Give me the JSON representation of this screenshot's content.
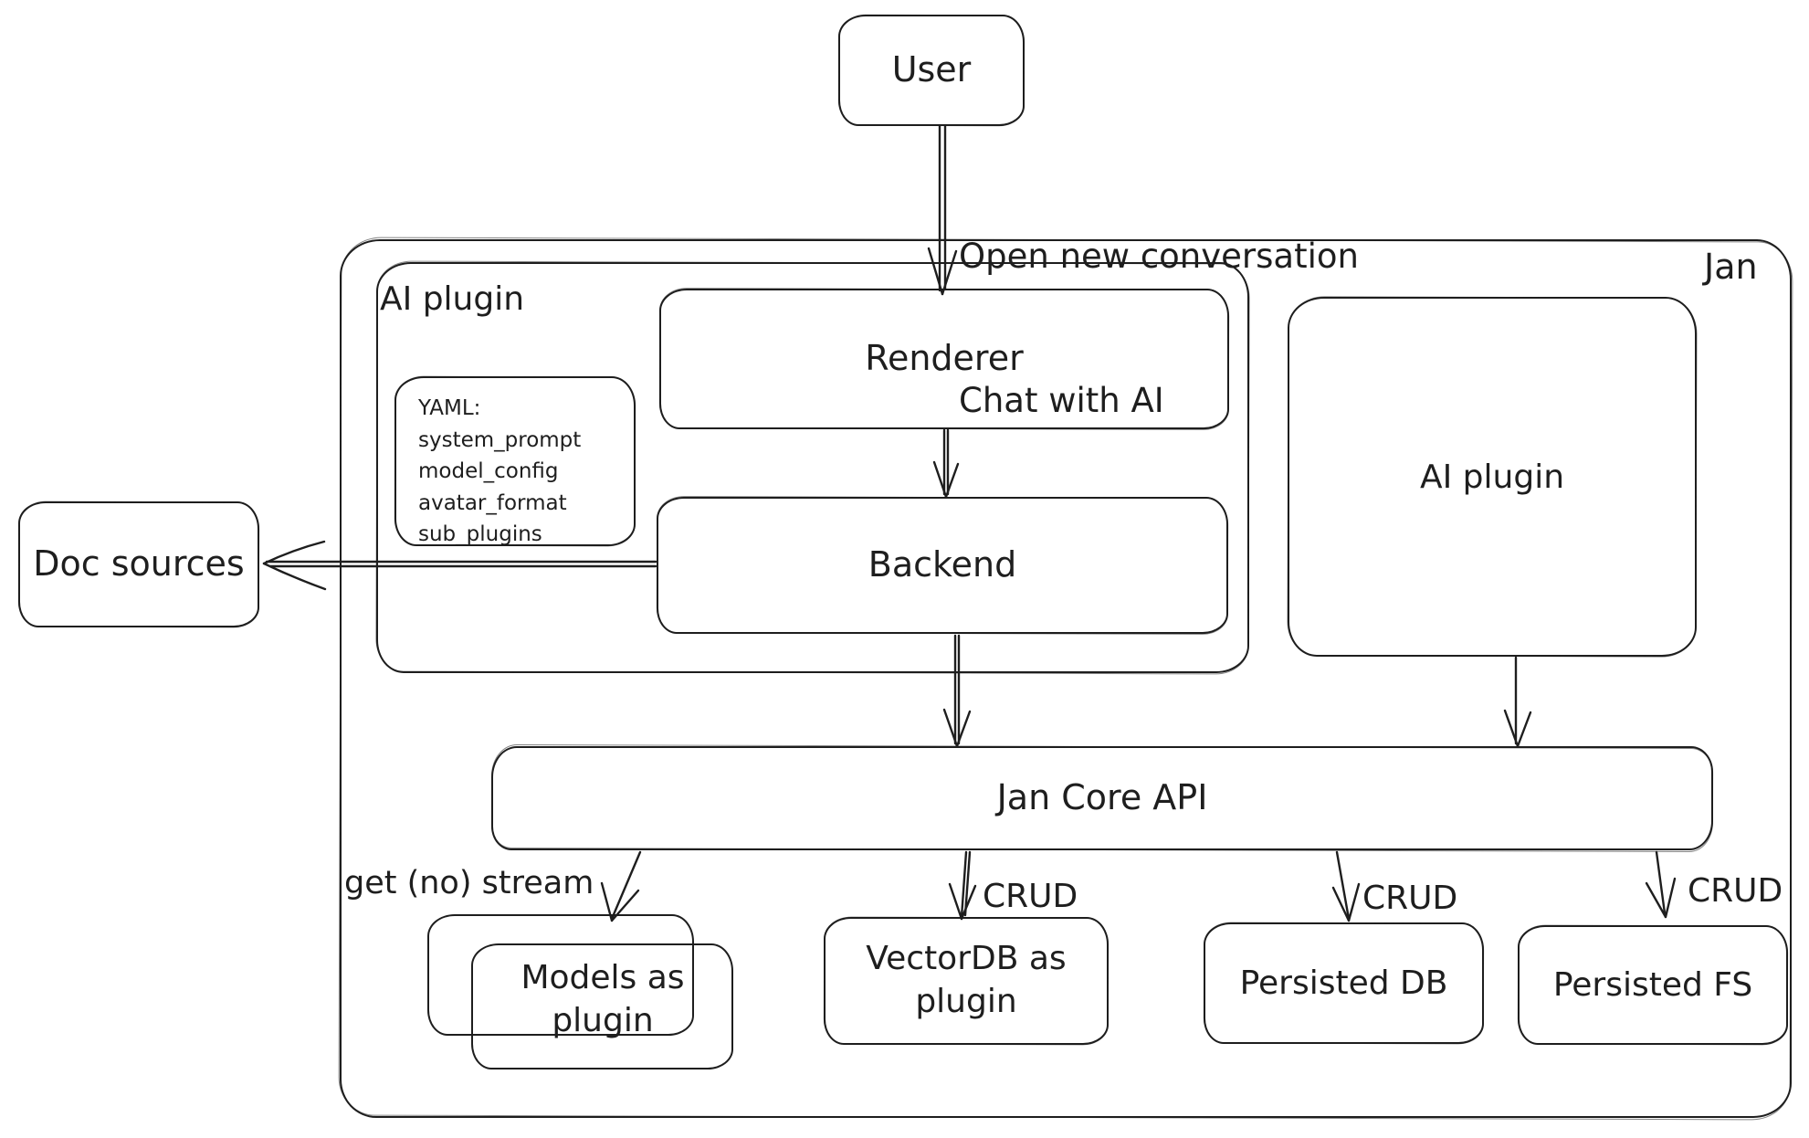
{
  "colors": {
    "stroke": "#1e1e1e",
    "background": "#ffffff"
  },
  "frame_label": "Jan",
  "nodes": {
    "user": "User",
    "ai_plugin_group": "AI plugin",
    "renderer": "Renderer",
    "backend": "Backend",
    "ai_plugin": "AI plugin",
    "doc_sources": "Doc sources",
    "jan_core_api": "Jan Core API",
    "models_as_plugin": "Models as plugin",
    "vectordb_as_plugin": "VectorDB as plugin",
    "persisted_db": "Persisted DB",
    "persisted_fs": "Persisted FS"
  },
  "yaml_note": {
    "lines": [
      "YAML:",
      "system_prompt",
      "model_config",
      "avatar_format",
      "sub_plugins"
    ]
  },
  "edge_labels": {
    "user_flow": [
      "Open new conversation",
      "Chat with AI"
    ],
    "models_edge": "get (no) stream",
    "vectordb_edge": "CRUD",
    "persisted_db_edge": "CRUD",
    "persisted_fs_edge": "CRUD"
  }
}
